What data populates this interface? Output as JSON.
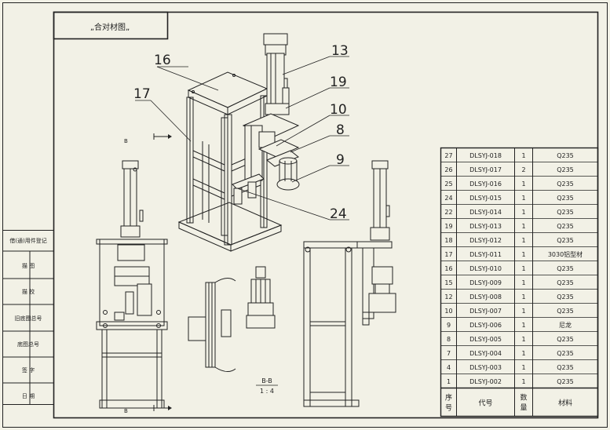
{
  "title_block": {
    "name": "„合对材图„"
  },
  "callouts": [
    "16",
    "17",
    "13",
    "19",
    "10",
    "8",
    "9",
    "24"
  ],
  "section_markers": {
    "top": "B",
    "bottom": "B"
  },
  "section_view": {
    "label": "B-B",
    "scale": "1 : 4"
  },
  "side_table": {
    "rows": [
      "借(通)用件登记",
      "描  图",
      "描  校",
      "旧底图总号",
      "底图总号",
      "签  字",
      "日  期"
    ]
  },
  "bom": {
    "rows": [
      {
        "seq": "27",
        "code": "DLSYJ-018",
        "qty": "1",
        "material": "Q235"
      },
      {
        "seq": "26",
        "code": "DLSYJ-017",
        "qty": "2",
        "material": "Q235"
      },
      {
        "seq": "25",
        "code": "DLSYJ-016",
        "qty": "1",
        "material": "Q235"
      },
      {
        "seq": "24",
        "code": "DLSYJ-015",
        "qty": "1",
        "material": "Q235"
      },
      {
        "seq": "22",
        "code": "DLSYJ-014",
        "qty": "1",
        "material": "Q235"
      },
      {
        "seq": "19",
        "code": "DLSYJ-013",
        "qty": "1",
        "material": "Q235"
      },
      {
        "seq": "18",
        "code": "DLSYJ-012",
        "qty": "1",
        "material": "Q235"
      },
      {
        "seq": "17",
        "code": "DLSYJ-011",
        "qty": "1",
        "material": "3030铝型材"
      },
      {
        "seq": "16",
        "code": "DLSYJ-010",
        "qty": "1",
        "material": "Q235"
      },
      {
        "seq": "15",
        "code": "DLSYJ-009",
        "qty": "1",
        "material": "Q235"
      },
      {
        "seq": "12",
        "code": "DLSYJ-008",
        "qty": "1",
        "material": "Q235"
      },
      {
        "seq": "10",
        "code": "DLSYJ-007",
        "qty": "1",
        "material": "Q235"
      },
      {
        "seq": "9",
        "code": "DLSYJ-006",
        "qty": "1",
        "material": "尼龙"
      },
      {
        "seq": "8",
        "code": "DLSYJ-005",
        "qty": "1",
        "material": "Q235"
      },
      {
        "seq": "7",
        "code": "DLSYJ-004",
        "qty": "1",
        "material": "Q235"
      },
      {
        "seq": "4",
        "code": "DLSYJ-003",
        "qty": "1",
        "material": "Q235"
      },
      {
        "seq": "1",
        "code": "DLSYJ-002",
        "qty": "1",
        "material": "Q235"
      }
    ],
    "headers": {
      "seq": "序号",
      "code": "代号",
      "qty": "数量",
      "material": "材料"
    }
  }
}
